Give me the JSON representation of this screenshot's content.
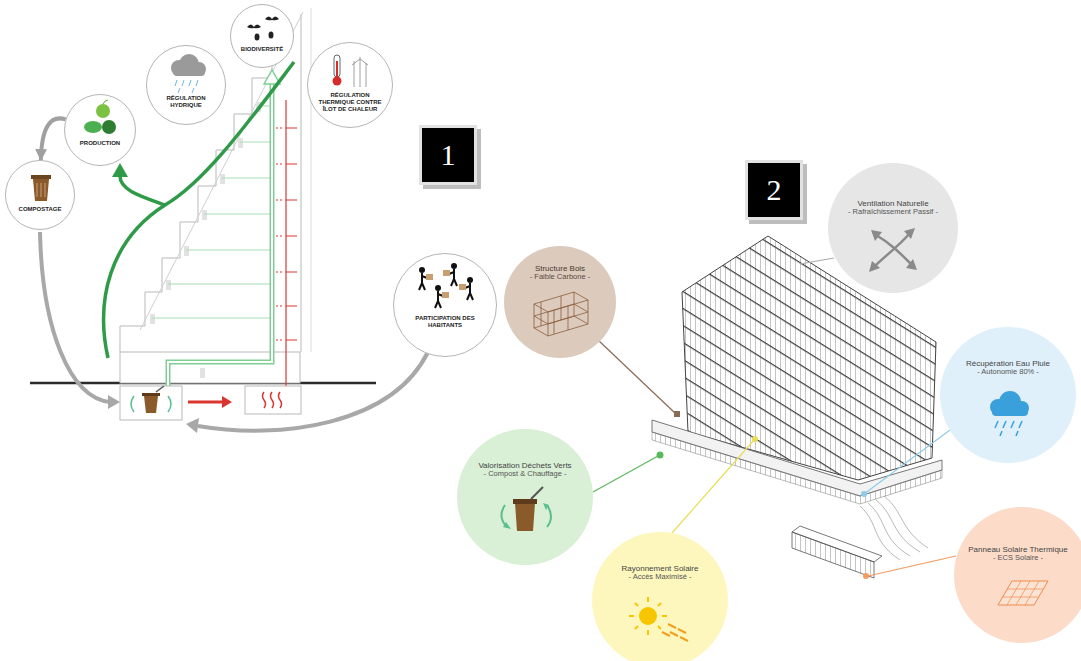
{
  "diagram": {
    "nodes": [
      {
        "text": [
          "BIODIVERSITÉ"
        ]
      },
      {
        "text": [
          "RÉGULATION HYDRIQUE"
        ]
      },
      {
        "text": [
          "RÉGULATION THERMIQUE CONTRE ÎLOT DE CHALEUR"
        ]
      },
      {
        "text": [
          "PRODUCTION"
        ]
      },
      {
        "text": [
          "COMPOSTAGE"
        ]
      },
      {
        "text": [
          "1"
        ]
      },
      {
        "text": [
          "2"
        ]
      },
      {
        "text": [
          "Ventilation Naturelle",
          "- Rafraîchissement Passif -"
        ]
      },
      {
        "text": [
          "Structure Bois",
          "- Faible Carbone -"
        ]
      },
      {
        "text": [
          "PARTICIPATION DES HABITANTS"
        ]
      },
      {
        "text": [
          "Récupération Eau Pluie",
          "- Autonomie 80% -"
        ]
      },
      {
        "text": [
          "Valorisation Déchets Verts",
          "- Compost & Chauffage -"
        ]
      },
      {
        "text": [
          "Panneau Solaire Thermique",
          "- ECS Solaire -"
        ]
      },
      {
        "text": [
          "Rayonnement Solaire",
          "- Accès Maximisé -"
        ]
      }
    ],
    "edges": [
      {
        "from": 3,
        "to": 4,
        "arrow": "to"
      }
    ]
  }
}
